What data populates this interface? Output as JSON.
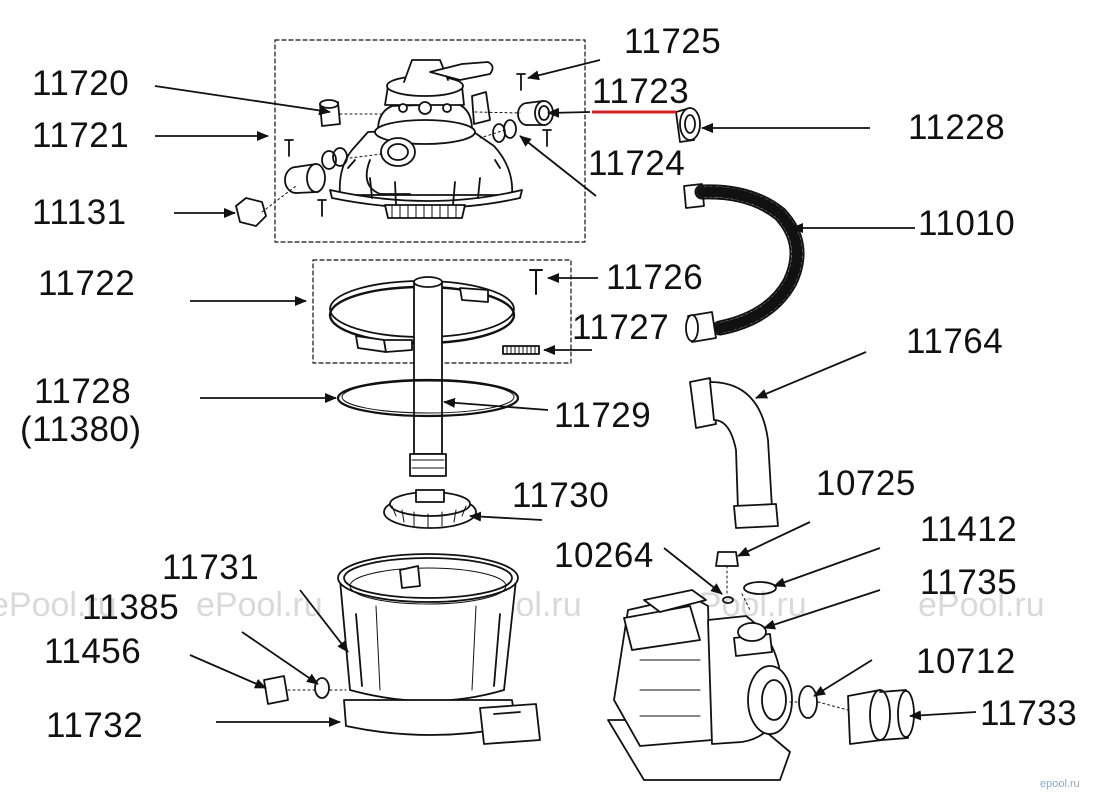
{
  "diagram": {
    "part_labels": {
      "p11725": "11725",
      "p11720": "11720",
      "p11723": "11723",
      "p11228": "11228",
      "p11721": "11721",
      "p11724": "11724",
      "p11131": "11131",
      "p11010": "11010",
      "p11722": "11722",
      "p11726": "11726",
      "p11727": "11727",
      "p11764": "11764",
      "p11728": "11728",
      "p11380": "(11380)",
      "p11729": "11729",
      "p11730": "11730",
      "p10725": "10725",
      "p11731": "11731",
      "p10264": "10264",
      "p11412": "11412",
      "p11385": "11385",
      "p11735": "11735",
      "p11456": "11456",
      "p10712": "10712",
      "p11732": "11732",
      "p11733": "11733"
    },
    "highlight_color": "#d42020",
    "watermarks": {
      "w1": "ePool.ru",
      "w2": "ePool.ru",
      "w3": "ePool.ru",
      "w4": "ePool.ru",
      "w5": "ePool.ru",
      "corner": "epool.ru"
    }
  }
}
